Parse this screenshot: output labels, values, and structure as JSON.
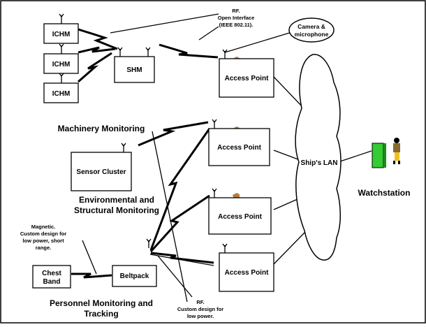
{
  "diagram": {
    "nodes": {
      "ichm_1": "ICHM",
      "ichm_2": "ICHM",
      "ichm_3": "ICHM",
      "shm": "SHM",
      "access_point_1": "Access Point",
      "access_point_2": "Access Point",
      "access_point_3": "Access Point",
      "access_point_4": "Access Point",
      "sensor_cluster": "Sensor Cluster",
      "chest_band_line1": "Chest",
      "chest_band_line2": "Band",
      "beltpack": "Beltpack",
      "camera_line1": "Camera &",
      "camera_line2": "microphone",
      "ships_lan": "Ship's LAN",
      "watchstation": "Watchstation"
    },
    "sections": {
      "machinery": "Machinery Monitoring",
      "environmental_line1": "Environmental and",
      "environmental_line2": "Structural Monitoring",
      "personnel_line1": "Personnel Monitoring and",
      "personnel_line2": "Tracking"
    },
    "notes": {
      "rf_open_line1": "RF.",
      "rf_open_line2": "Open Interface",
      "rf_open_line3": "(IEEE 802.11).",
      "magnetic_line1": "Magnetic.",
      "magnetic_line2": "Custom design for",
      "magnetic_line3": "low power, short",
      "magnetic_line4": "range.",
      "rf_custom_line1": "RF.",
      "rf_custom_line2": "Custom design for",
      "rf_custom_line3": "low power."
    },
    "colors": {
      "watchstation_console": "#33cc33",
      "person_body": "#8a6a2a",
      "person_accent": "#f0c020"
    }
  }
}
